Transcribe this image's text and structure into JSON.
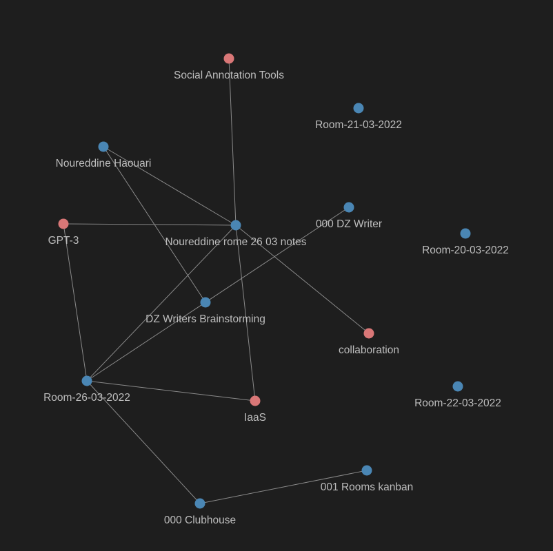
{
  "graph": {
    "background_color": "#1e1e1e",
    "edge_color": "#8a8a8a",
    "label_color": "#bdbdbd",
    "node_colors": {
      "note": "#4a86b4",
      "tag": "#d97777"
    },
    "nodes": [
      {
        "id": "social",
        "label": "Social Annotation Tools",
        "kind": "tag"
      },
      {
        "id": "room21",
        "label": "Room-21-03-2022",
        "kind": "note"
      },
      {
        "id": "haouari",
        "label": "Noureddine Haouari",
        "kind": "note"
      },
      {
        "id": "gpt3",
        "label": "GPT-3",
        "kind": "tag"
      },
      {
        "id": "rome",
        "label": "Noureddine rome 26 03 notes",
        "kind": "note"
      },
      {
        "id": "dzwriter",
        "label": "000 DZ Writer",
        "kind": "note"
      },
      {
        "id": "room20",
        "label": "Room-20-03-2022",
        "kind": "note"
      },
      {
        "id": "brainstorm",
        "label": "DZ Writers Brainstorming",
        "kind": "note"
      },
      {
        "id": "collab",
        "label": "collaboration",
        "kind": "tag"
      },
      {
        "id": "room26",
        "label": "Room-26-03-2022",
        "kind": "note"
      },
      {
        "id": "iaas",
        "label": "IaaS",
        "kind": "tag"
      },
      {
        "id": "room22",
        "label": "Room-22-03-2022",
        "kind": "note"
      },
      {
        "id": "kanban",
        "label": "001 Rooms kanban",
        "kind": "note"
      },
      {
        "id": "clubhouse",
        "label": "000 Clubhouse",
        "kind": "note"
      }
    ],
    "edges": [
      [
        "social",
        "rome"
      ],
      [
        "haouari",
        "rome"
      ],
      [
        "haouari",
        "brainstorm"
      ],
      [
        "gpt3",
        "rome"
      ],
      [
        "gpt3",
        "room26"
      ],
      [
        "rome",
        "room26"
      ],
      [
        "rome",
        "iaas"
      ],
      [
        "rome",
        "collab"
      ],
      [
        "dzwriter",
        "room26"
      ],
      [
        "room26",
        "iaas"
      ],
      [
        "room26",
        "clubhouse"
      ],
      [
        "clubhouse",
        "kanban"
      ]
    ]
  }
}
